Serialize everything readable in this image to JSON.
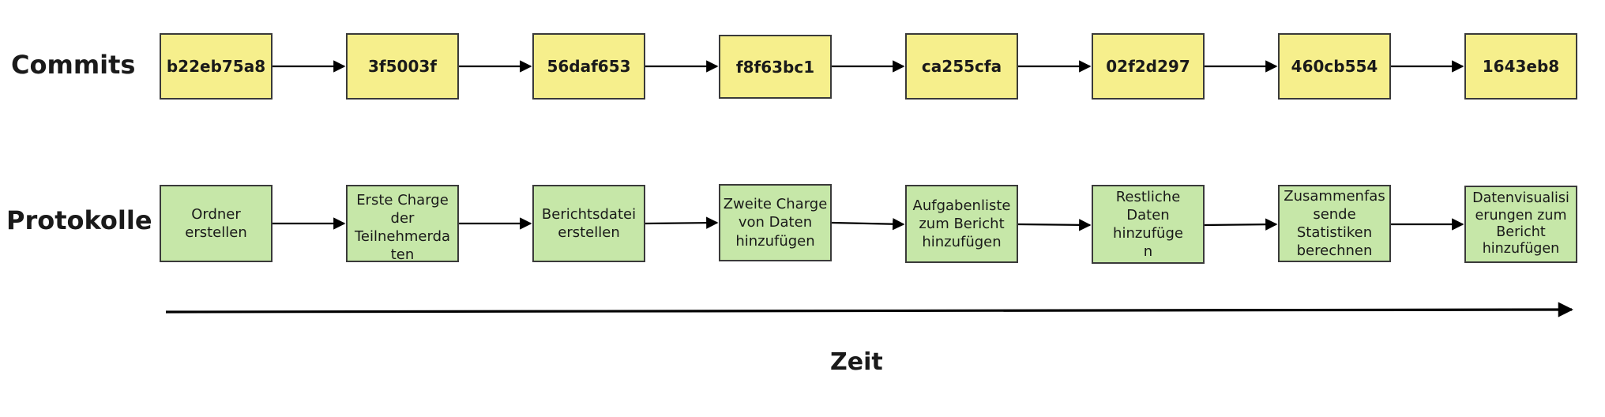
{
  "rows": {
    "commits_label": "Commits",
    "protocols_label": "Protokolle"
  },
  "commits": [
    "b22eb75a8",
    "3f5003f",
    "56daf653",
    "f8f63bc1",
    "ca255cfa",
    "02f2d297",
    "460cb554",
    "1643eb8"
  ],
  "protocols": [
    "Ordner erstellen",
    "Erste Charge der Teilnehmerdaten",
    "Berichtsdatei erstellen",
    "Zweite Charge von Daten hinzufügen",
    "Aufgabenliste zum Bericht hinzufügen",
    "Restliche Daten hinzufügen",
    "Zusammenfassende Statistiken berechnen",
    "Datenvisualisierungen zum Bericht hinzufügen"
  ],
  "timeline": {
    "label": "Zeit"
  },
  "colors": {
    "commit_fill": "#f6ef8c",
    "protocol_fill": "#c6e7a8",
    "stroke": "#000000"
  }
}
